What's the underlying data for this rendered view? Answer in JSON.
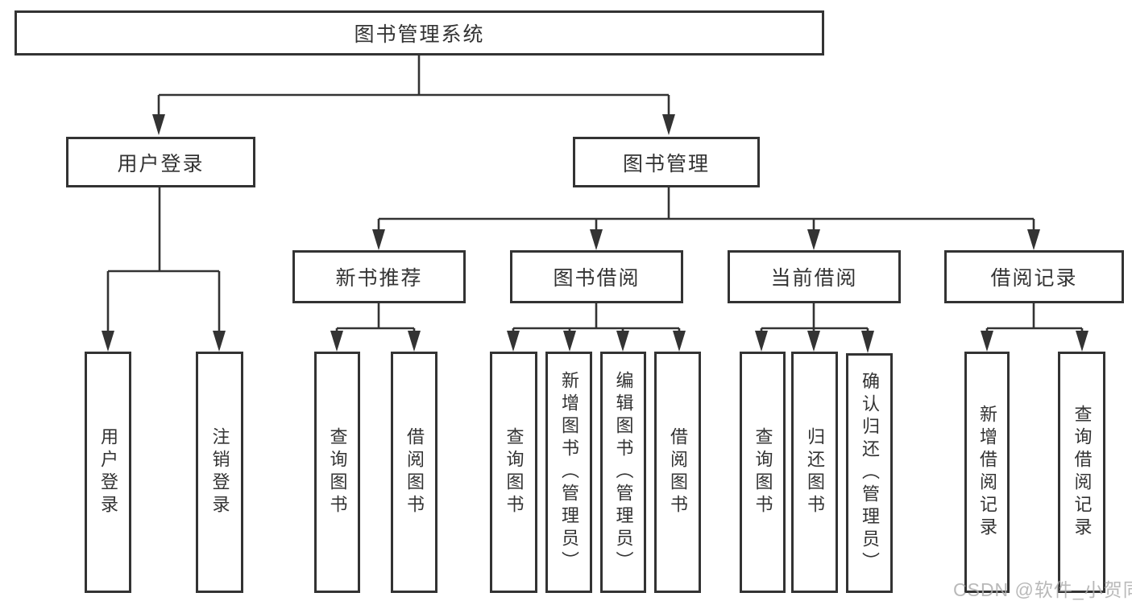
{
  "diagram": {
    "title": "图书管理系统",
    "root": {
      "label": "图书管理系统"
    },
    "level2": [
      {
        "label": "用户登录"
      },
      {
        "label": "图书管理"
      }
    ],
    "level3": [
      {
        "label": "新书推荐"
      },
      {
        "label": "图书借阅"
      },
      {
        "label": "当前借阅"
      },
      {
        "label": "借阅记录"
      }
    ],
    "leaves": {
      "user_login": [
        "用户登录",
        "注销登录"
      ],
      "new_books": [
        "查询图书",
        "借阅图书"
      ],
      "book_borrow": [
        "查询图书",
        "新增图书（管理员）",
        "编辑图书（管理员）",
        "借阅图书"
      ],
      "current_borrow": [
        "查询图书",
        "归还图书",
        "确认归还（管理员）"
      ],
      "borrow_records": [
        "新增借阅记录",
        "查询借阅记录"
      ]
    },
    "colors": {
      "line": "#333333",
      "border": "#333333",
      "text": "#333333",
      "watermark": "#adadad",
      "background": "#ffffff"
    },
    "watermark": "CSDN @软件_小贺同学"
  }
}
